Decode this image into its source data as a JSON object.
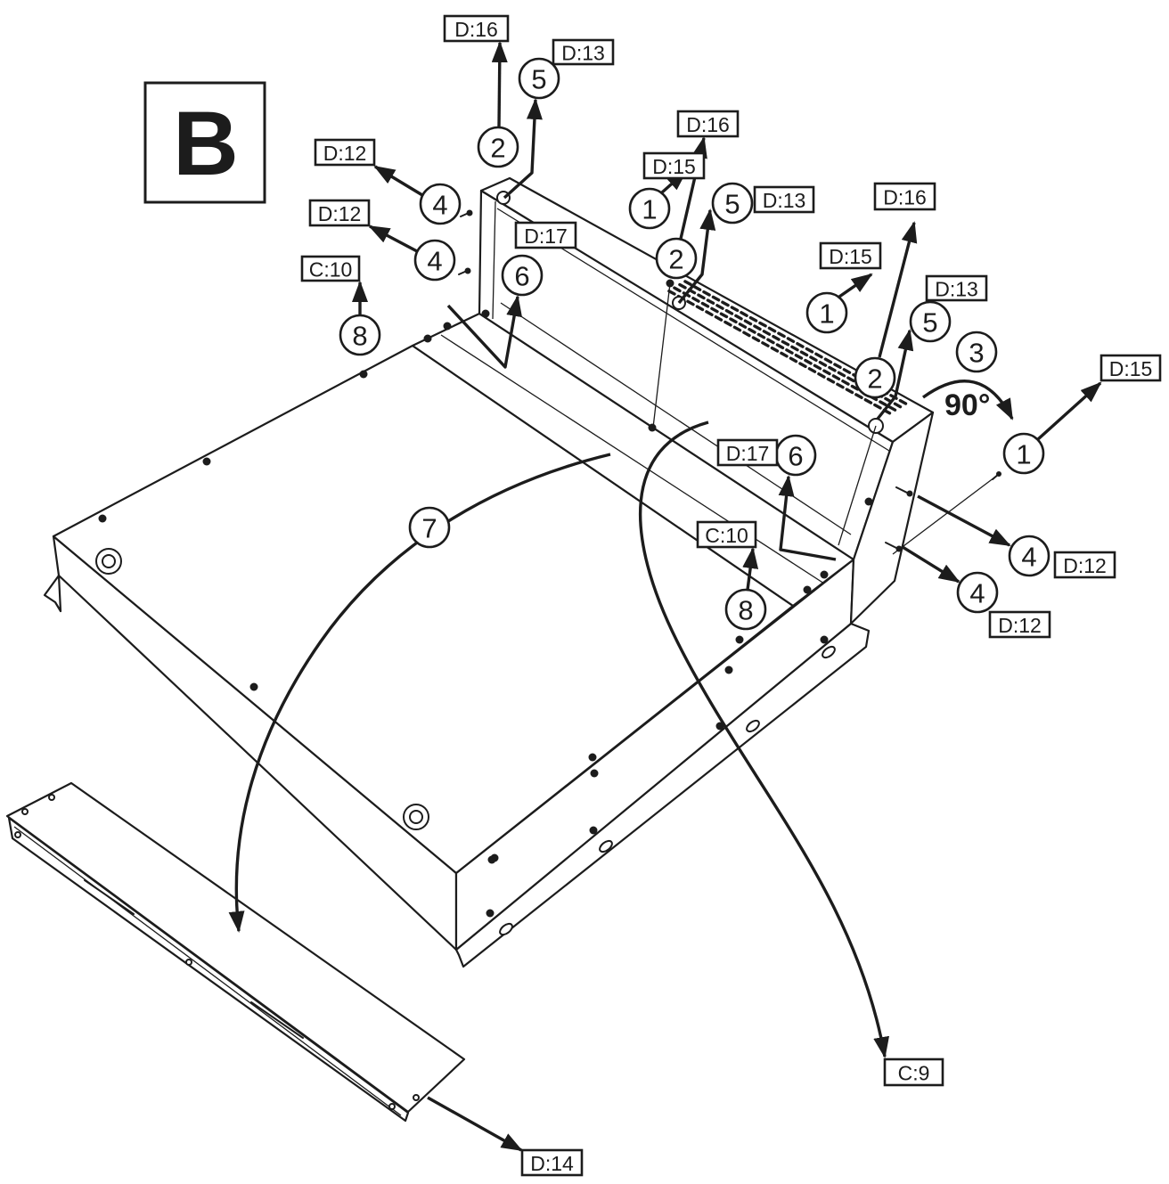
{
  "figure_label": "B",
  "rotation_label": "90°",
  "step_numbers": [
    "2",
    "5",
    "4",
    "4",
    "8",
    "6",
    "1",
    "2",
    "5",
    "1",
    "2",
    "5",
    "3",
    "1",
    "6",
    "4",
    "4",
    "8",
    "7"
  ],
  "part_references": [
    "D:16",
    "D:13",
    "D:12",
    "D:12",
    "C:10",
    "D:17",
    "D:15",
    "D:16",
    "D:13",
    "D:15",
    "D:16",
    "D:13",
    "D:15",
    "D:17",
    "D:12",
    "D:12",
    "C:10",
    "C:9",
    "D:14"
  ],
  "colors": {
    "ink": "#1c1c1c",
    "paper": "#ffffff"
  }
}
